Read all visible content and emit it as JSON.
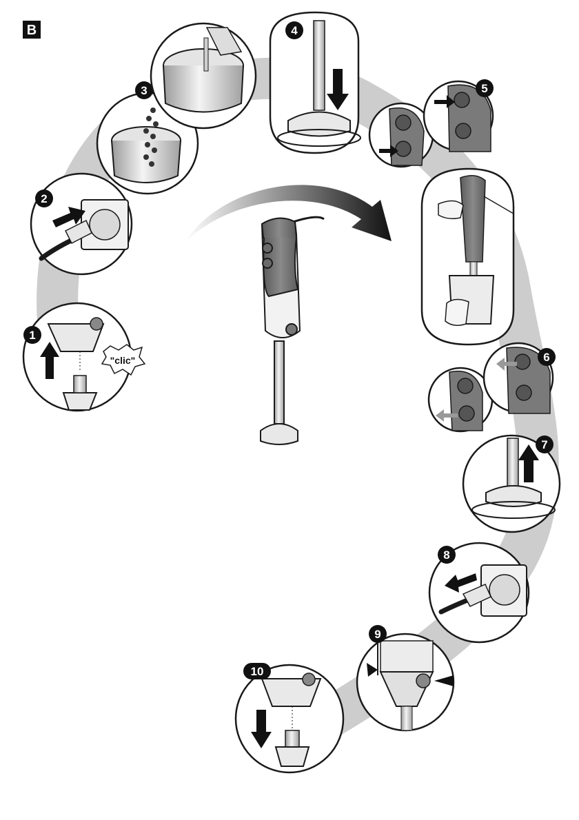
{
  "section_label": "B",
  "clic_text": "\"clic\"",
  "steps": [
    {
      "label": "1",
      "icon": "attach-arrow-up-icon"
    },
    {
      "label": "2",
      "icon": "plug-in-icon"
    },
    {
      "label": "3",
      "icon": "add-food-icon"
    },
    {
      "label": "4",
      "icon": "immerse-arrow-down-icon"
    },
    {
      "label": "5",
      "icon": "press-button-icon"
    },
    {
      "label": "6",
      "icon": "release-button-icon"
    },
    {
      "label": "7",
      "icon": "lift-arrow-up-icon"
    },
    {
      "label": "8",
      "icon": "unplug-icon"
    },
    {
      "label": "9",
      "icon": "press-release-icon"
    },
    {
      "label": "10",
      "icon": "detach-arrow-down-icon"
    }
  ],
  "colors": {
    "badge": "#111111",
    "path": "#c8c8c8",
    "handle": "#7a7a7a",
    "outline": "#1a1a1a"
  }
}
